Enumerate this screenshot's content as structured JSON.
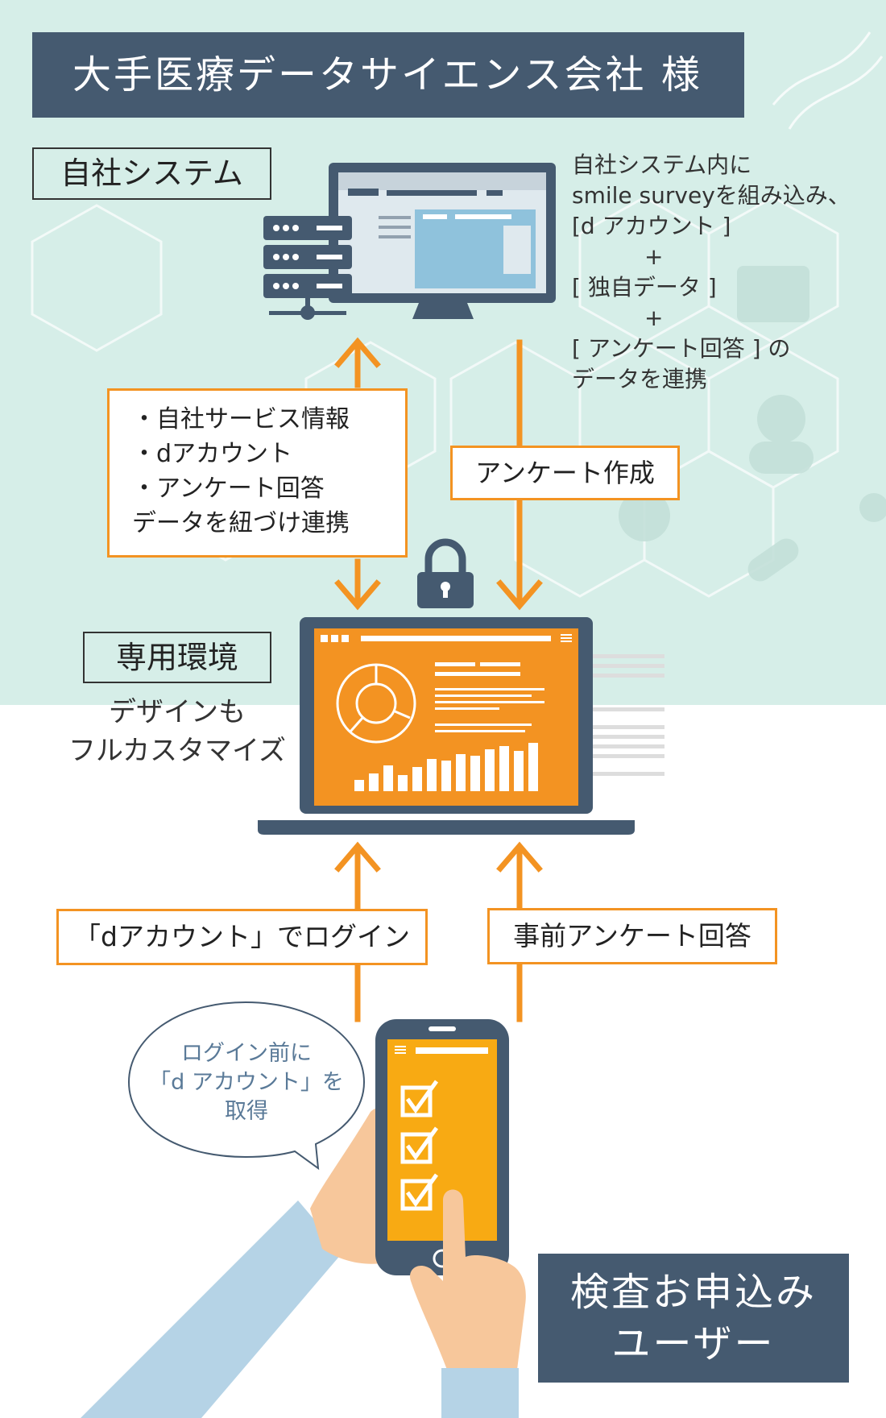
{
  "title": "大手医療データサイエンス会社 様",
  "company_system_label": "自社システム",
  "system_description": {
    "line1": "自社システム内に",
    "line2": "smile surveyを組み込み、",
    "line3": "[d アカウント ]",
    "plus1": "+",
    "line4": "[ 独自データ ]",
    "plus2": "+",
    "line5": "[ アンケート回答 ] の",
    "line6": "データを連携"
  },
  "linked_data_box": {
    "item1": "・自社サービス情報",
    "item2": "・dアカウント",
    "item3": "・アンケート回答",
    "item4": "データを紐づけ連携"
  },
  "survey_create_label": "アンケート作成",
  "dedicated_env_label": "専用環境",
  "design_note": {
    "line1": "デザインも",
    "line2": "フルカスタマイズ"
  },
  "login_label": "「dアカウント」でログイン",
  "pre_survey_label": "事前アンケート回答",
  "speech_bubble": {
    "line1": "ログイン前に",
    "line2": "「d アカウント」を",
    "line3": "取得"
  },
  "user_box": {
    "line1": "検査お申込み",
    "line2": "ユーザー"
  },
  "colors": {
    "navy": "#455a70",
    "orange": "#f39322",
    "teal_bg": "#d6eee8",
    "light_blue": "#b5d3e6"
  }
}
